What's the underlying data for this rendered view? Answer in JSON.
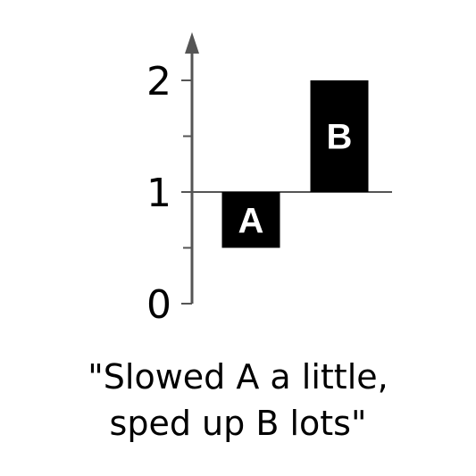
{
  "chart_data": {
    "type": "bar",
    "baseline": 1,
    "ylim": [
      0,
      2
    ],
    "y_ticks": [
      0,
      1,
      2
    ],
    "y_tick_labels": [
      "0",
      "1",
      "2"
    ],
    "minor_ticks": [
      0.5,
      1.5
    ],
    "categories": [
      "A",
      "B"
    ],
    "values": [
      0.5,
      2
    ],
    "bar_color": "#000000",
    "axis_color": "#555555",
    "label_color": "#ffffff",
    "grid": false
  },
  "caption": {
    "line1": "\"Slowed A a little,",
    "line2": "sped up B lots\""
  }
}
